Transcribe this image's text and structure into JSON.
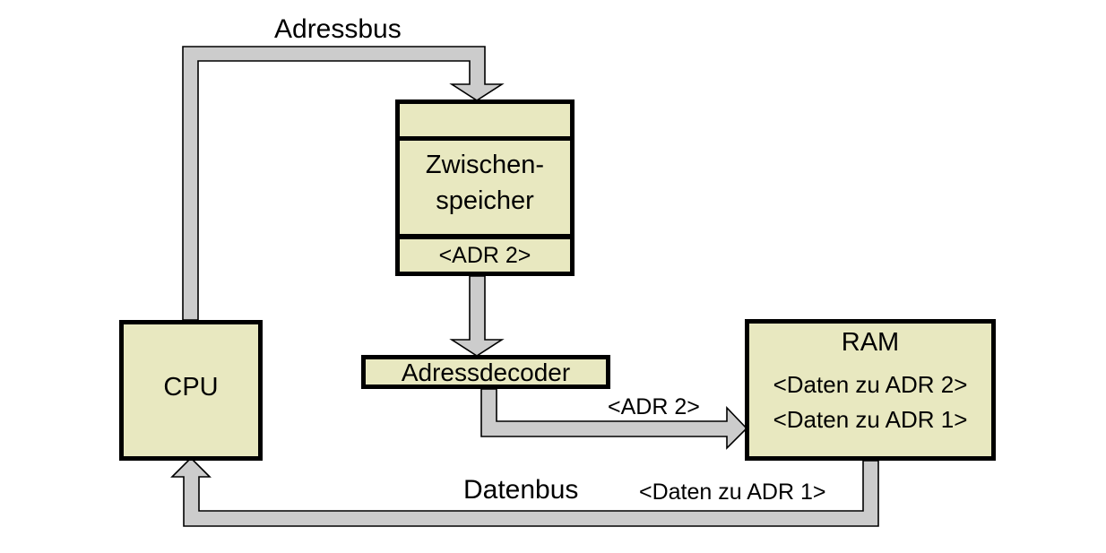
{
  "diagram": {
    "title": "CPU RAM Bus Diagram",
    "colors": {
      "box_fill": "#e8e8c0",
      "box_border": "#000000",
      "bus_fill": "#cccccc",
      "bus_stroke": "#000000",
      "background": "#ffffff"
    },
    "nodes": {
      "cpu": {
        "label": "CPU"
      },
      "zwischenspeicher": {
        "label": "Zwischen-\nspeicher",
        "label_line1": "Zwischen-",
        "label_line2": "speicher",
        "value": "<ADR 2>",
        "top_cell": ""
      },
      "adressdecoder": {
        "label": "Adressdecoder"
      },
      "ram": {
        "title": "RAM",
        "row1": "<Daten zu ADR 2>",
        "row2": "<Daten zu ADR 1>"
      }
    },
    "bus_labels": {
      "adressbus": "Adressbus",
      "adr2_to_ram": "<ADR 2>",
      "datenbus": "Datenbus",
      "daten_zu_adr1": "<Daten zu ADR 1>"
    }
  }
}
